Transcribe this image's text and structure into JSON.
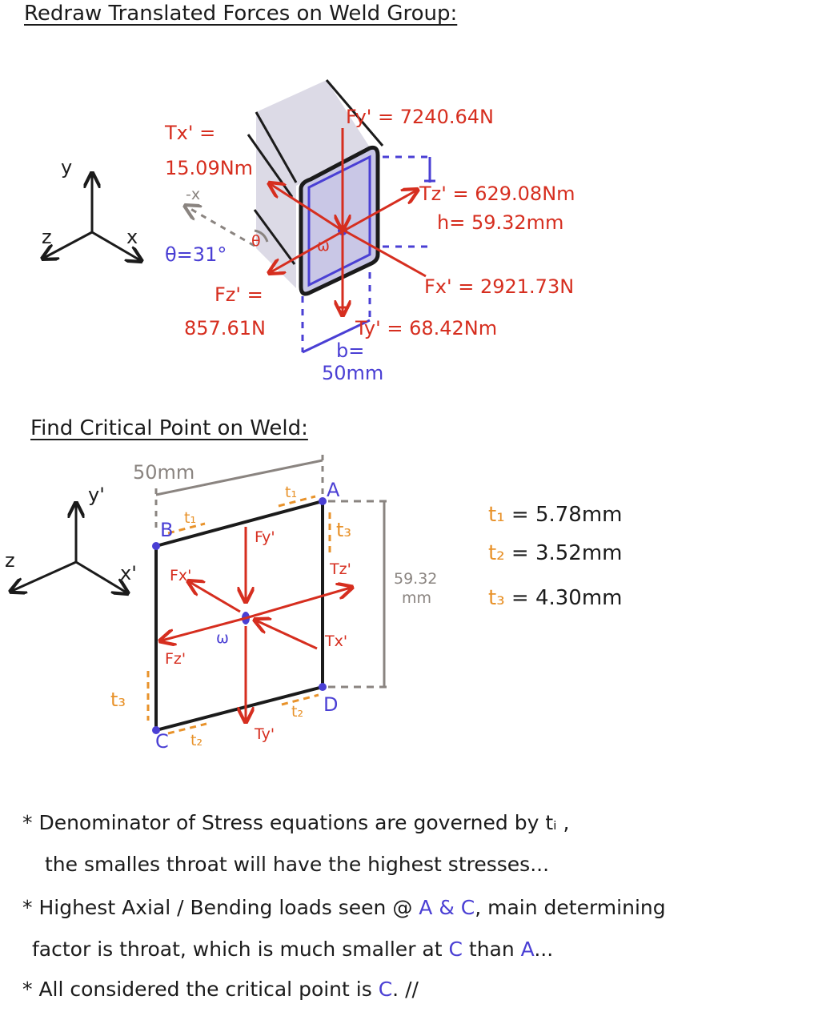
{
  "section1": {
    "heading": "Redraw Translated Forces on Weld Group:",
    "axes": {
      "y": "y",
      "z": "z",
      "x": "x"
    },
    "labels": {
      "tx_label": "Tx' =",
      "tx_value": "15.09Nm",
      "fy": "Fy' = 7240.64N",
      "tz": "Tz' = 629.08Nm",
      "h": "h= 59.32mm",
      "theta": "θ=31°",
      "theta_small": "θ",
      "minus_x": "-x",
      "fz_label": "Fz' =",
      "fz_value": "857.61N",
      "omega": "ω",
      "fx": "Fx' = 2921.73N",
      "ty": "Ty' = 68.42Nm",
      "b_label": "b=",
      "b_value": "50mm"
    }
  },
  "section2": {
    "heading": "Find Critical Point on Weld:",
    "axes": {
      "y": "y'",
      "z": "z",
      "x": "x'"
    },
    "dim_width": "50mm",
    "dim_height_1": "59.32",
    "dim_height_2": "mm",
    "points": {
      "A": "A",
      "B": "B",
      "C": "C",
      "D": "D"
    },
    "weld_labels": {
      "t1": "t₁",
      "t2": "t₂",
      "t3": "t₃"
    },
    "force_labels": {
      "fy": "Fy'",
      "fx": "Fx'",
      "tz": "Tz'",
      "tx": "Tx'",
      "fz": "Fz'",
      "ty": "Ty'",
      "omega": "ω"
    },
    "throats": [
      {
        "label": "t₁",
        "value": "= 5.78mm"
      },
      {
        "label": "t₂",
        "value": "= 3.52mm"
      },
      {
        "label": "t₃",
        "value": "= 4.30mm"
      }
    ]
  },
  "notes": {
    "n1_line1": "Denominator of Stress equations are governed by tᵢ ,",
    "n1_line2": "the smalles throat will have the highest stresses...",
    "n2_line1_a": "Highest Axial / Bending loads seen @ ",
    "n2_line1_b": "A & C",
    "n2_line1_c": ", main determining",
    "n2_line2_a": "factor is throat, which is much smaller at ",
    "n2_line2_b": "C",
    "n2_line2_c": " than ",
    "n2_line2_d": "A",
    "n2_line2_e": "...",
    "n3_a": "All considered the critical point is ",
    "n3_b": "C",
    "n3_c": ". //",
    "asterisk": "*"
  },
  "colors": {
    "force": "#d62e1f",
    "weld": "#4a3fd4",
    "throat": "#e8922a",
    "dimension": "#8a8480",
    "member_fill": "#dcdae6"
  }
}
